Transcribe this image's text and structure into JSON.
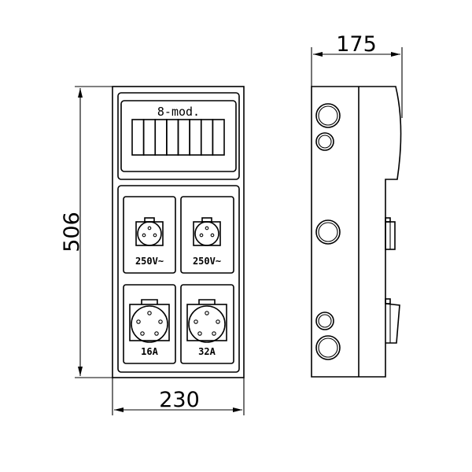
{
  "dimensions": {
    "height": "506",
    "width": "230",
    "depth": "175"
  },
  "front_view": {
    "module_panel_label": "8-mod.",
    "module_count": 8,
    "sockets": [
      {
        "label": "250V~",
        "type": "3-pin"
      },
      {
        "label": "250V~",
        "type": "3-pin"
      },
      {
        "label": "16A",
        "type": "5-pin"
      },
      {
        "label": "32A",
        "type": "5-pin"
      }
    ]
  },
  "colors": {
    "line": "#000000",
    "background": "#ffffff"
  }
}
